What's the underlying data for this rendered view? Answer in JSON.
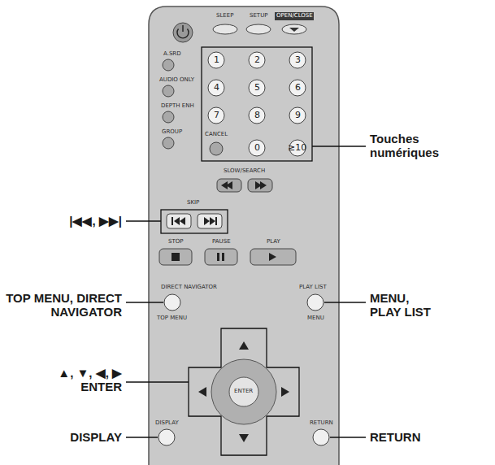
{
  "diagram": {
    "labels": [
      "RETURN",
      "DISPLAY",
      "▲, ▼, ◀, ▶ ENTER",
      "TOP MENU, DIRECT NAVIGATOR",
      "|◀◀, ▶▶|",
      "MENU, PLAY LIST",
      "Touches numériques",
      "SLEEP",
      "SETUP",
      "OPEN/CLOSE",
      "A.SRD",
      "AUDIO ONLY",
      "DEPTH ENH",
      "GROUP",
      "CANCEL",
      "1",
      "2",
      "3",
      "4",
      "5",
      "6",
      "7",
      "8",
      "9",
      "0",
      "≥10",
      "SKIP",
      "SLOW/SEARCH",
      "STOP",
      "PAUSE",
      "PLAY",
      "DIRECT NAVIGATOR",
      "TOP MENU",
      "PLAY LIST",
      "MENU",
      "ENTER",
      "DISPLAY",
      "RETURN"
    ]
  }
}
